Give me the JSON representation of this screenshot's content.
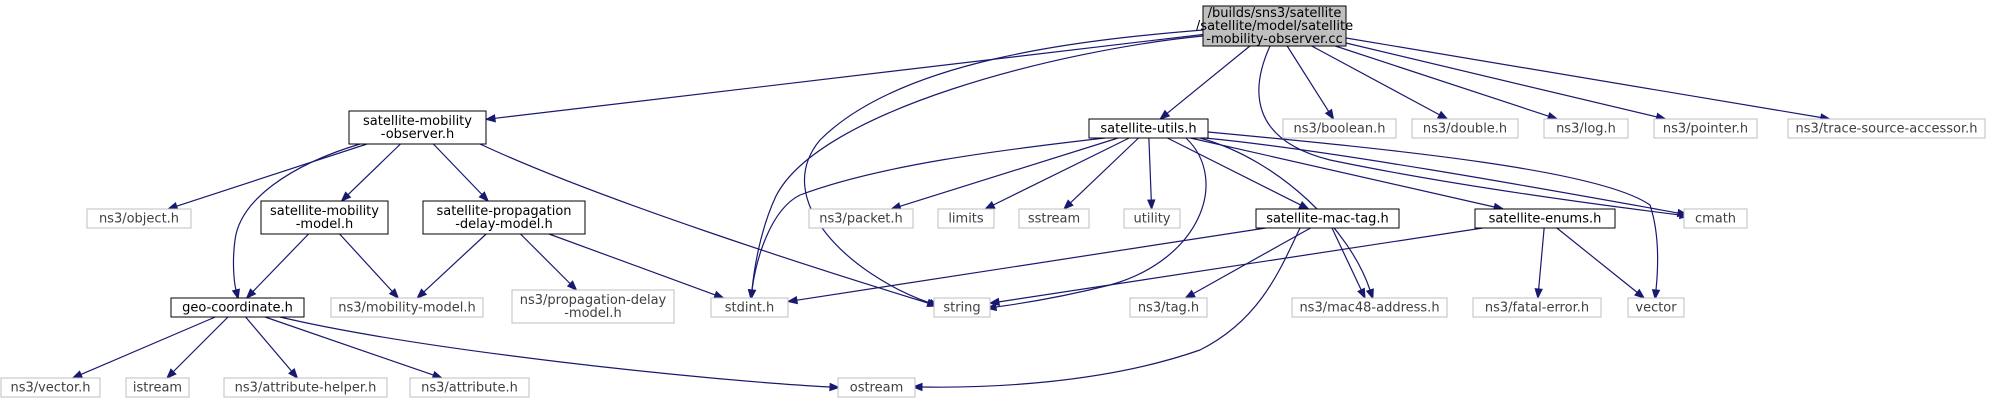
{
  "diagram": {
    "colors": {
      "edge": "#191970",
      "root_fill": "#bfbfbf",
      "project_border": "#000000",
      "external_border": "#bfbfbf",
      "external_text": "#3f3f3f"
    },
    "nodes": [
      {
        "id": "root",
        "kind": "root",
        "lines": [
          "/builds/sns3/satellite",
          "/satellite/model/satellite",
          "-mobility-observer.cc"
        ]
      },
      {
        "id": "sat-mobility-observer-h",
        "kind": "project",
        "lines": [
          "satellite-mobility",
          "-observer.h"
        ]
      },
      {
        "id": "sat-utils-h",
        "kind": "project",
        "lines": [
          "satellite-utils.h"
        ]
      },
      {
        "id": "ns3-boolean-h",
        "kind": "external",
        "lines": [
          "ns3/boolean.h"
        ]
      },
      {
        "id": "ns3-double-h",
        "kind": "external",
        "lines": [
          "ns3/double.h"
        ]
      },
      {
        "id": "ns3-log-h",
        "kind": "external",
        "lines": [
          "ns3/log.h"
        ]
      },
      {
        "id": "ns3-pointer-h",
        "kind": "external",
        "lines": [
          "ns3/pointer.h"
        ]
      },
      {
        "id": "ns3-trace-h",
        "kind": "external",
        "lines": [
          "ns3/trace-source-accessor.h"
        ]
      },
      {
        "id": "ns3-object-h",
        "kind": "external",
        "lines": [
          "ns3/object.h"
        ]
      },
      {
        "id": "sat-mobility-model-h",
        "kind": "project",
        "lines": [
          "satellite-mobility",
          "-model.h"
        ]
      },
      {
        "id": "sat-prop-delay-h",
        "kind": "project",
        "lines": [
          "satellite-propagation",
          "-delay-model.h"
        ]
      },
      {
        "id": "ns3-packet-h",
        "kind": "external",
        "lines": [
          "ns3/packet.h"
        ]
      },
      {
        "id": "limits",
        "kind": "external",
        "lines": [
          "limits"
        ]
      },
      {
        "id": "sstream",
        "kind": "external",
        "lines": [
          "sstream"
        ]
      },
      {
        "id": "utility",
        "kind": "external",
        "lines": [
          "utility"
        ]
      },
      {
        "id": "sat-mac-tag-h",
        "kind": "project",
        "lines": [
          "satellite-mac-tag.h"
        ]
      },
      {
        "id": "sat-enums-h",
        "kind": "project",
        "lines": [
          "satellite-enums.h"
        ]
      },
      {
        "id": "cmath",
        "kind": "external",
        "lines": [
          "cmath"
        ]
      },
      {
        "id": "geo-coordinate-h",
        "kind": "project",
        "lines": [
          "geo-coordinate.h"
        ]
      },
      {
        "id": "ns3-mobility-model-h",
        "kind": "external",
        "lines": [
          "ns3/mobility-model.h"
        ]
      },
      {
        "id": "ns3-prop-delay-h",
        "kind": "external",
        "lines": [
          "ns3/propagation-delay",
          "-model.h"
        ]
      },
      {
        "id": "stdint-h",
        "kind": "external",
        "lines": [
          "stdint.h"
        ]
      },
      {
        "id": "string",
        "kind": "external",
        "lines": [
          "string"
        ]
      },
      {
        "id": "ns3-tag-h",
        "kind": "external",
        "lines": [
          "ns3/tag.h"
        ]
      },
      {
        "id": "ns3-mac48-h",
        "kind": "external",
        "lines": [
          "ns3/mac48-address.h"
        ]
      },
      {
        "id": "ns3-fatal-error-h",
        "kind": "external",
        "lines": [
          "ns3/fatal-error.h"
        ]
      },
      {
        "id": "vector",
        "kind": "external",
        "lines": [
          "vector"
        ]
      },
      {
        "id": "ns3-vector-h",
        "kind": "external",
        "lines": [
          "ns3/vector.h"
        ]
      },
      {
        "id": "istream",
        "kind": "external",
        "lines": [
          "istream"
        ]
      },
      {
        "id": "ns3-attr-helper-h",
        "kind": "external",
        "lines": [
          "ns3/attribute-helper.h"
        ]
      },
      {
        "id": "ns3-attribute-h",
        "kind": "external",
        "lines": [
          "ns3/attribute.h"
        ]
      },
      {
        "id": "ostream",
        "kind": "external",
        "lines": [
          "ostream"
        ]
      }
    ],
    "edges": [
      {
        "from": "root",
        "to": "sat-mobility-observer-h"
      },
      {
        "from": "root",
        "to": "sat-utils-h"
      },
      {
        "from": "root",
        "to": "ns3-boolean-h"
      },
      {
        "from": "root",
        "to": "ns3-double-h"
      },
      {
        "from": "root",
        "to": "ns3-log-h"
      },
      {
        "from": "root",
        "to": "ns3-pointer-h"
      },
      {
        "from": "root",
        "to": "ns3-trace-h"
      },
      {
        "from": "root",
        "to": "stdint-h"
      },
      {
        "from": "root",
        "to": "string"
      },
      {
        "from": "root",
        "to": "cmath"
      },
      {
        "from": "sat-mobility-observer-h",
        "to": "ns3-object-h"
      },
      {
        "from": "sat-mobility-observer-h",
        "to": "sat-mobility-model-h"
      },
      {
        "from": "sat-mobility-observer-h",
        "to": "sat-prop-delay-h"
      },
      {
        "from": "sat-mobility-observer-h",
        "to": "geo-coordinate-h"
      },
      {
        "from": "sat-mobility-observer-h",
        "to": "string"
      },
      {
        "from": "sat-mobility-model-h",
        "to": "geo-coordinate-h"
      },
      {
        "from": "sat-mobility-model-h",
        "to": "ns3-mobility-model-h"
      },
      {
        "from": "sat-prop-delay-h",
        "to": "ns3-mobility-model-h"
      },
      {
        "from": "sat-prop-delay-h",
        "to": "ns3-prop-delay-h"
      },
      {
        "from": "sat-prop-delay-h",
        "to": "stdint-h"
      },
      {
        "from": "geo-coordinate-h",
        "to": "ns3-vector-h"
      },
      {
        "from": "geo-coordinate-h",
        "to": "istream"
      },
      {
        "from": "geo-coordinate-h",
        "to": "ns3-attr-helper-h"
      },
      {
        "from": "geo-coordinate-h",
        "to": "ns3-attribute-h"
      },
      {
        "from": "geo-coordinate-h",
        "to": "ostream"
      },
      {
        "from": "sat-utils-h",
        "to": "ns3-packet-h"
      },
      {
        "from": "sat-utils-h",
        "to": "limits"
      },
      {
        "from": "sat-utils-h",
        "to": "sstream"
      },
      {
        "from": "sat-utils-h",
        "to": "utility"
      },
      {
        "from": "sat-utils-h",
        "to": "sat-mac-tag-h"
      },
      {
        "from": "sat-utils-h",
        "to": "sat-enums-h"
      },
      {
        "from": "sat-utils-h",
        "to": "cmath"
      },
      {
        "from": "sat-utils-h",
        "to": "stdint-h"
      },
      {
        "from": "sat-utils-h",
        "to": "string"
      },
      {
        "from": "sat-utils-h",
        "to": "ns3-mac48-h"
      },
      {
        "from": "sat-utils-h",
        "to": "vector"
      },
      {
        "from": "sat-mac-tag-h",
        "to": "stdint-h"
      },
      {
        "from": "sat-mac-tag-h",
        "to": "ns3-tag-h"
      },
      {
        "from": "sat-mac-tag-h",
        "to": "ns3-mac48-h"
      },
      {
        "from": "sat-mac-tag-h",
        "to": "ostream"
      },
      {
        "from": "sat-enums-h",
        "to": "string"
      },
      {
        "from": "sat-enums-h",
        "to": "ns3-fatal-error-h"
      },
      {
        "from": "sat-enums-h",
        "to": "vector"
      }
    ]
  }
}
